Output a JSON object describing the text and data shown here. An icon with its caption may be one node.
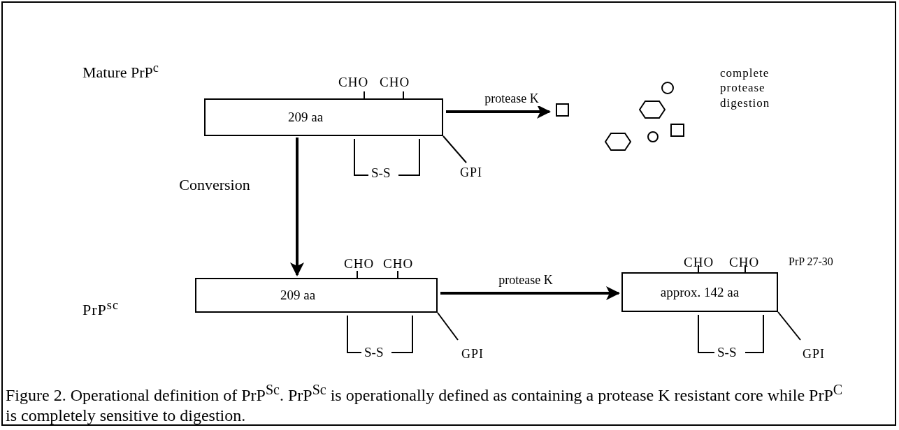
{
  "diagram": {
    "caption": "Figure 2. Operational definition of PrP$^{Sc}$. PrP$^{Sc}$ is operationally defined as containing a protease K resistant core while PrP$^{C}$ is completely sensitive to digestion.",
    "nodes": [
      {
        "text": [
          "209 aa"
        ],
        "beside": [
          "CHO",
          "CHO",
          "S-S",
          "GPI"
        ]
      },
      {
        "text": [],
        "shape": "cluster",
        "beside": [
          "complete protease digestion"
        ]
      },
      {
        "text": [
          "209 aa"
        ],
        "beside": [
          "CHO",
          "CHO",
          "S-S",
          "GPI"
        ]
      },
      {
        "text": [
          "approx. 142 aa"
        ],
        "beside": [
          "CHO",
          "CHO",
          "S-S",
          "GPI",
          "PrP 27-30"
        ]
      }
    ],
    "edges": [
      {
        "from": 0,
        "to": 1,
        "arrow": "to",
        "label": "protease K"
      },
      {
        "from": 0,
        "to": 2,
        "arrow": "to",
        "label": "Conversion"
      },
      {
        "from": 2,
        "to": 3,
        "arrow": "to",
        "label": "protease K"
      }
    ],
    "labels": [
      "Mature PrP$^{c}$",
      "PrP$^{sc}$"
    ]
  }
}
